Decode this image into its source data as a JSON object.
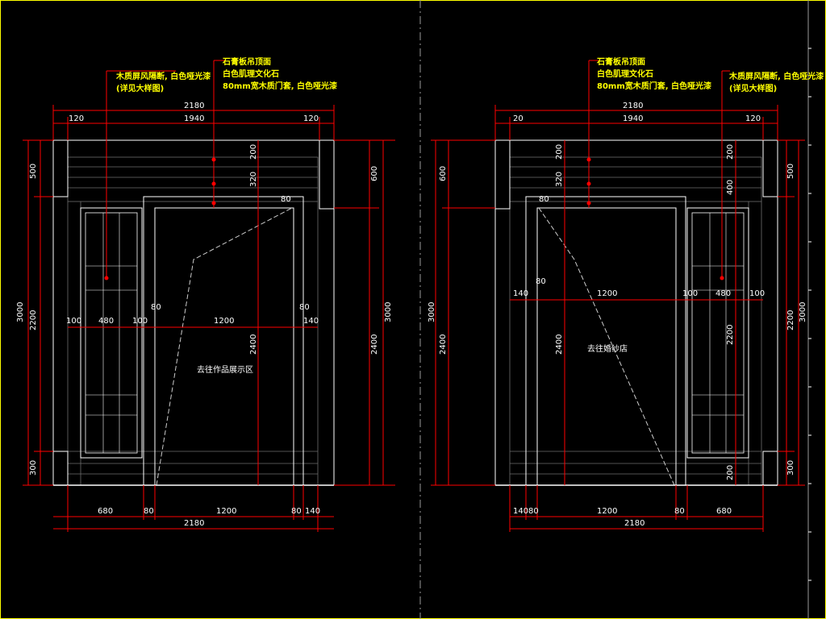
{
  "drawing": {
    "left_elevation": {
      "notes": {
        "screen": "木质屏风隔断, 白色哑光漆",
        "screen_ref": "(详见大样图)",
        "ceiling": "石膏板吊顶面",
        "wall": "白色肌理文化石",
        "frame": "80mm宽木质门套, 白色哑光漆"
      },
      "door_label": "去往作品展示区",
      "dims": {
        "top_total": "2180",
        "top_mid": "1940",
        "top_l": "120",
        "top_r": "120",
        "bot_a": "680",
        "bot_b": "80",
        "bot_c": "1200",
        "bot_d": "80",
        "bot_e": "140",
        "bot_total": "2180",
        "mid_a": "100",
        "mid_b": "480",
        "mid_c": "100",
        "mid_d": "80",
        "mid_e": "1200",
        "mid_f": "80",
        "mid_g": "140",
        "v_500": "500",
        "v_2200": "2200",
        "v_300": "300",
        "v_3000_l": "3000",
        "v_200": "200",
        "v_320": "320",
        "v_80": "80",
        "v_2400_in": "2400",
        "v_600": "600",
        "v_2400_r": "2400",
        "v_3000_r": "3000"
      }
    },
    "right_elevation": {
      "notes": {
        "ceiling": "石膏板吊顶面",
        "wall": "白色肌理文化石",
        "frame": "80mm宽木质门套, 白色哑光漆",
        "screen": "木质屏风隔断, 白色哑光漆",
        "screen_ref": "(详见大样图)"
      },
      "door_label": "去往婚纱店",
      "dims": {
        "top_total": "2180",
        "top_mid": "1940",
        "top_l": "20",
        "top_r": "120",
        "bot_a": "140",
        "bot_b": "80",
        "bot_c": "1200",
        "bot_d": "80",
        "bot_e": "680",
        "bot_total": "2180",
        "mid_a": "140",
        "mid_b": "80",
        "mid_c": "1200",
        "mid_d": "100",
        "mid_e": "480",
        "mid_f": "100",
        "v_600": "600",
        "v_2400_l": "2400",
        "v_3000_l": "3000",
        "v_200": "200",
        "v_320": "320",
        "v_80": "80",
        "v_2400_in": "2400",
        "v_200_b": "200",
        "v_400": "400",
        "v_2200": "2200",
        "v_500": "500",
        "v_300": "300",
        "v_3000_r": "3000"
      }
    },
    "colors": {
      "background": "#000000",
      "dim_line": "#ff0000",
      "note": "#ffff00",
      "outline": "#ffffff",
      "wall_line": "#808080"
    }
  }
}
